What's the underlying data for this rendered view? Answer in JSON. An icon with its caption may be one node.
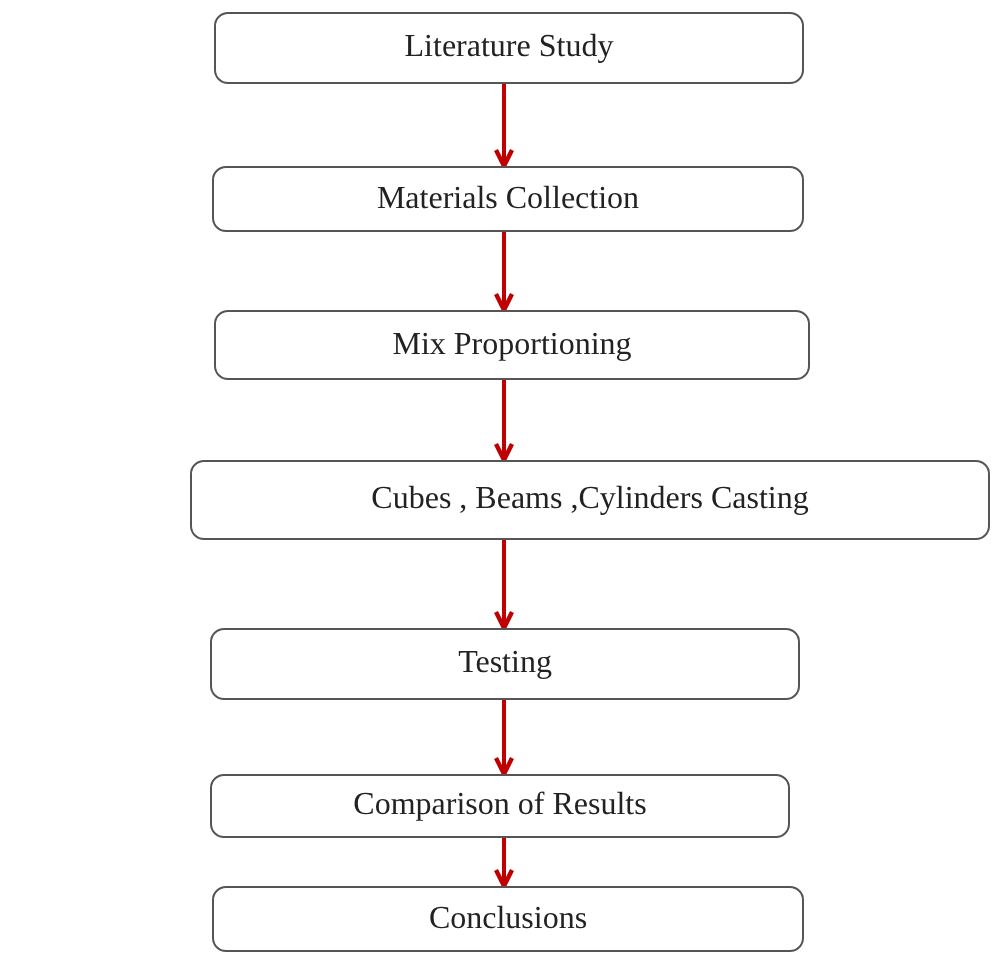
{
  "diagram": {
    "nodes": [
      {
        "text": [
          "Literature Study"
        ]
      },
      {
        "text": [
          "Materials Collection"
        ]
      },
      {
        "text": [
          "Mix Proportioning"
        ]
      },
      {
        "text": [
          "Cubes , Beams ,Cylinders Casting"
        ]
      },
      {
        "text": [
          "Testing"
        ]
      },
      {
        "text": [
          "Comparison of Results"
        ]
      },
      {
        "text": [
          "Conclusions"
        ]
      }
    ],
    "edges": [
      {
        "from": 0,
        "to": 1,
        "arrow": "to"
      },
      {
        "from": 1,
        "to": 2,
        "arrow": "to"
      },
      {
        "from": 2,
        "to": 3,
        "arrow": "to"
      },
      {
        "from": 3,
        "to": 4,
        "arrow": "to"
      },
      {
        "from": 4,
        "to": 5,
        "arrow": "to"
      },
      {
        "from": 5,
        "to": 6,
        "arrow": "to"
      }
    ]
  }
}
